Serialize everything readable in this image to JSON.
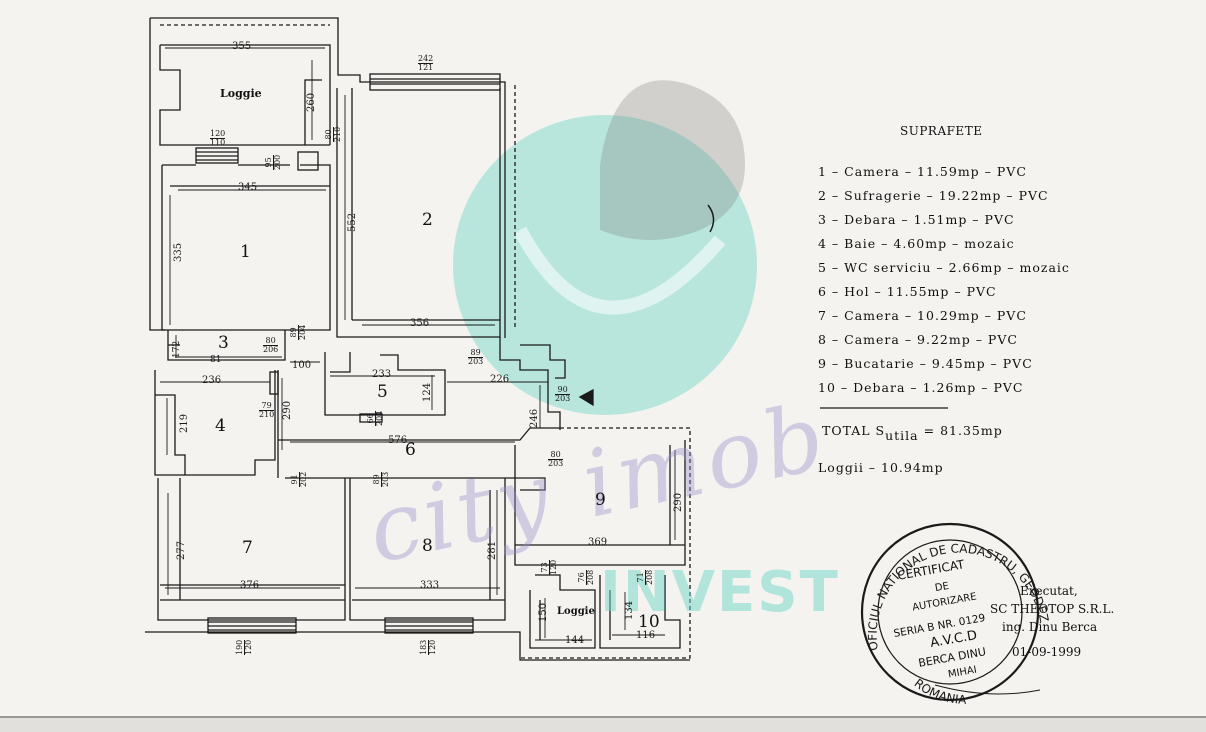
{
  "rooms": {
    "r1": "1",
    "r2": "2",
    "r3": "3",
    "r4": "4",
    "r5": "5",
    "r6": "6",
    "r7": "7",
    "r8": "8",
    "r9": "9",
    "r10": "10",
    "loggia_top": "Loggie",
    "loggia_bottom": "Loggie"
  },
  "dims": {
    "d355": "355",
    "d260": "260",
    "d345": "345",
    "d335": "335",
    "d552": "552",
    "d356": "356",
    "d233": "233",
    "d124": "124",
    "d226": "226",
    "d246": "246",
    "d236": "236",
    "d219": "219",
    "d290a": "290",
    "d576": "576",
    "d100": "100",
    "d277": "277",
    "d376": "376",
    "d281": "281",
    "d333": "333",
    "d369": "369",
    "d290b": "290",
    "d150": "150",
    "d144": "144",
    "d134": "134",
    "d116": "116",
    "d172": "172",
    "d81": "81"
  },
  "fracs": {
    "f1": [
      "242",
      "121"
    ],
    "f2": [
      "120",
      "110"
    ],
    "f3": [
      "95",
      "200"
    ],
    "f4": [
      "80",
      "210"
    ],
    "f5": [
      "80",
      "206"
    ],
    "f6": [
      "89",
      "204"
    ],
    "f7": [
      "89",
      "203"
    ],
    "f8": [
      "90",
      "203"
    ],
    "f9": [
      "79",
      "210"
    ],
    "f10": [
      "66",
      "204"
    ],
    "f11": [
      "91",
      "202"
    ],
    "f12": [
      "89",
      "203"
    ],
    "f13": [
      "80",
      "203"
    ],
    "f14": [
      "73",
      "120"
    ],
    "f15": [
      "76",
      "208"
    ],
    "f16": [
      "71",
      "208"
    ],
    "f17": [
      "190",
      "120"
    ],
    "f18": [
      "183",
      "120"
    ]
  },
  "legend": {
    "title": "SUPRAFETE",
    "items": [
      "1 – Camera – 11.59mp – PVC",
      "2 – Sufragerie – 19.22mp – PVC",
      "3 – Debara – 1.51mp – PVC",
      "4 – Baie – 4.60mp – mozaic",
      "5 – WC serviciu – 2.66mp – mozaic",
      "6 – Hol – 11.55mp – PVC",
      "7 – Camera – 10.29mp – PVC",
      "8 – Camera – 9.22mp – PVC",
      "9 – Bucatarie – 9.45mp – PVC",
      "10 – Debara – 1.26mp – PVC"
    ],
    "total_label": "TOTAL S",
    "total_sub": "utila",
    "total_value": "= 81.35mp",
    "loggia_line": "Loggii – 10.94mp"
  },
  "signature": {
    "line1": "Executat,",
    "line2": "SC THEOTOP S.R.L.",
    "line3": "ing. Dinu Berca",
    "date": "01-09-1999"
  },
  "stamp": {
    "ring": "OFICIUL NATIONAL DE CADASTRU, GEODEZIE SI CARTOGRAFIE",
    "country": "ROMANIA",
    "l1": "CERTIFICAT",
    "l2": "DE",
    "l3": "AUTORIZARE",
    "l4": "SERIA B NR. 0129",
    "l5": "A.V.C.D",
    "l6": "BERCA DINU",
    "l7": "MIHAI"
  },
  "watermark": {
    "main": "city imob",
    "sub": "INVEST"
  },
  "colors": {
    "ink": "#1a1a1a",
    "wm_teal": "#6fd8c8",
    "wm_purple": "#a096d0"
  }
}
